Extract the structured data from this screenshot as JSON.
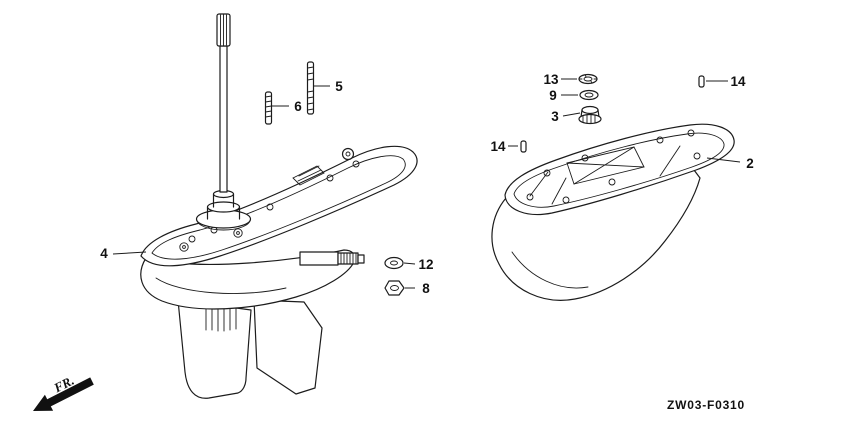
{
  "page": {
    "background": "#ffffff",
    "line_color": "#1c1c1c"
  },
  "diagram": {
    "code": "ZW03-F0310",
    "front_label": "FR.",
    "callouts": {
      "n2": "2",
      "n3": "3",
      "n4": "4",
      "n5": "5",
      "n6": "6",
      "n8": "8",
      "n9": "9",
      "n12": "12",
      "n13": "13",
      "n14_left": "14",
      "n14_right": "14"
    }
  }
}
